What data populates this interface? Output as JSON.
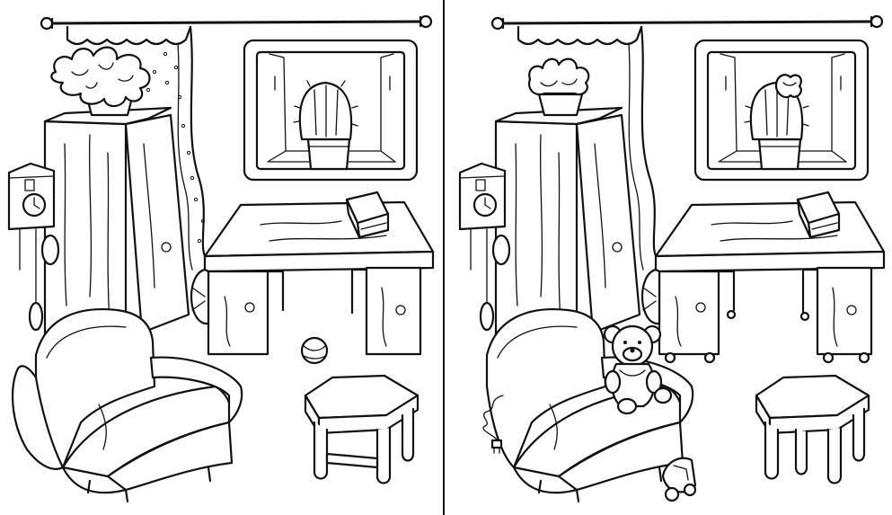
{
  "puzzle": {
    "kind": "spot-the-difference",
    "panels": [
      "left",
      "right"
    ]
  },
  "colors": {
    "ink": "#111111",
    "paper": "#ffffff"
  },
  "left_scene": {
    "items": [
      "curtain-rod",
      "curtain",
      "flower-pot",
      "wardrobe",
      "cuckoo-clock",
      "window",
      "cactus",
      "desk",
      "book",
      "ball",
      "armchair",
      "cushion",
      "stool"
    ]
  },
  "right_scene": {
    "items": [
      "curtain-rod",
      "curtain",
      "flower-pot",
      "wardrobe",
      "cuckoo-clock",
      "window",
      "cactus-with-flower",
      "desk-with-wheels",
      "book",
      "teddy-bear",
      "armchair",
      "cable-plug",
      "toy-car",
      "stool"
    ]
  }
}
